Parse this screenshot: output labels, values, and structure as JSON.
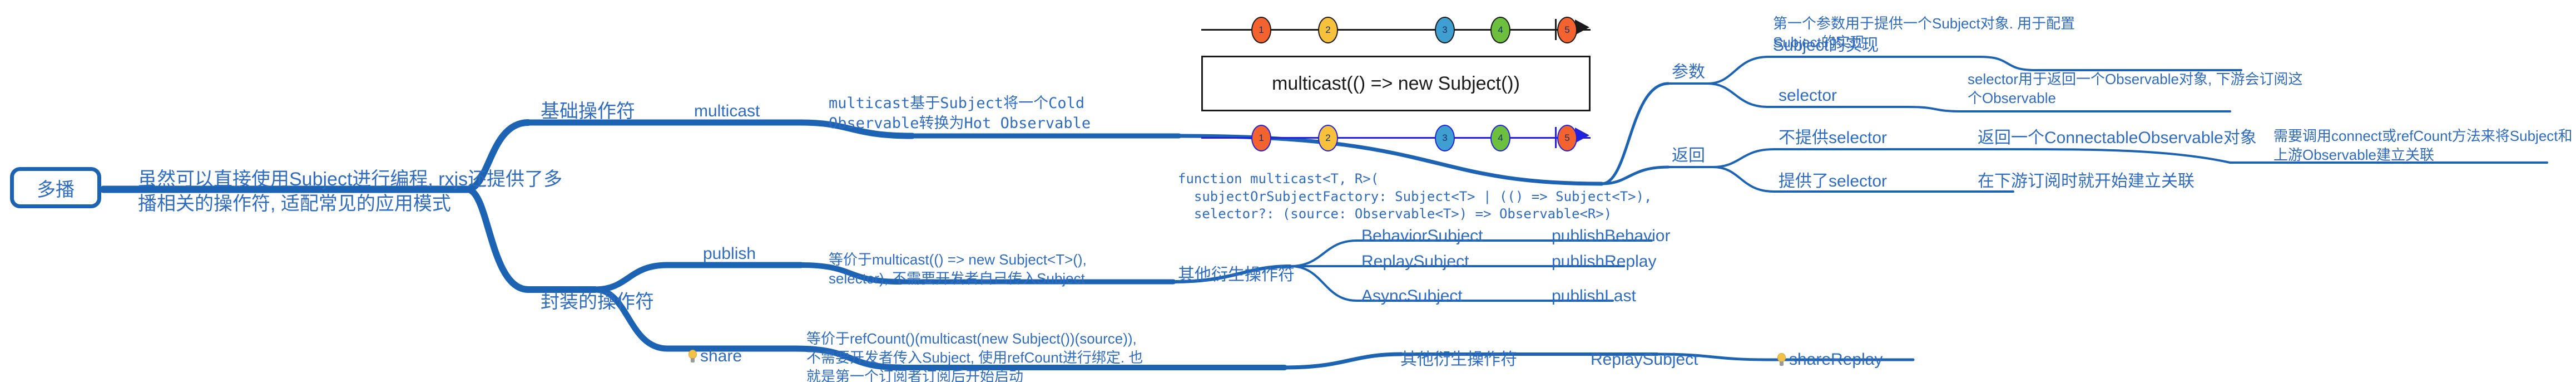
{
  "theme": {
    "branch_color": "#2f6cc0",
    "trunk_color": "#1c63b4",
    "text_color": "#2f6cc0",
    "marble_axis_top": "#1a1a1a",
    "marble_axis_bottom": "#2222dd",
    "background": "#ffffff"
  },
  "root": {
    "label": "多播",
    "note": "虽然可以直接使用Subject进行编程, rxjs还提供了多\n播相关的操作符, 适配常见的应用模式"
  },
  "branches": {
    "basic": {
      "label": "基础操作符",
      "operator": "multicast",
      "description": "multicast基于Subject将一个Cold\nObservable转换为Hot Observable",
      "signature": "function multicast<T, R>(\n  subjectOrSubjectFactory: Subject<T> | (() => Subject<T>),\n  selector?: (source: Observable<T>) => Observable<R>)",
      "params": {
        "label": "参数",
        "items": [
          {
            "label": "Subject的实现",
            "description": "第一个参数用于提供一个Subject对象. 用于配置\nSubject的实现"
          },
          {
            "label": "selector",
            "description": "selector用于返回一个Observable对象, 下游会订阅这\n个Observable"
          }
        ]
      },
      "returns": {
        "label": "返回",
        "items": [
          {
            "label": "不提供selector",
            "description": "返回一个ConnectableObservable对象",
            "note": "需要调用connect或refCount方法来将Subject和\n上游Observable建立关联"
          },
          {
            "label": "提供了selector",
            "description": "在下游订阅时就开始建立关联"
          }
        ]
      }
    },
    "wrapped": {
      "label": "封装的操作符",
      "operators": [
        {
          "name": "publish",
          "icon": null,
          "description": "等价于multicast(() => new Subject<T>(),\nselector), 不需要开发者自己传入Subject",
          "derived_label": "其他衍生操作符",
          "derived": [
            {
              "subject": "BehaviorSubject",
              "operator": "publishBehavior"
            },
            {
              "subject": "ReplaySubject",
              "operator": "publishReplay"
            },
            {
              "subject": "AsyncSubject",
              "operator": "publishLast"
            }
          ]
        },
        {
          "name": "share",
          "icon": "bulb-icon",
          "description": "等价于refCount()(multicast(new Subject())(source)),\n不需要开发者传入Subject, 使用refCount进行绑定. 也\n就是第一个订阅者订阅后开始启动",
          "derived_label": "其他衍生操作符",
          "derived": [
            {
              "subject": "ReplaySubject",
              "operator": "shareReplay",
              "icon": "bulb-icon"
            }
          ]
        }
      ]
    }
  },
  "marble_diagram": {
    "operator_box_label": "multicast(() => new Subject())",
    "input_stream": [
      {
        "value": "1",
        "color": "#f4622e"
      },
      {
        "value": "2",
        "color": "#f7c13c"
      },
      {
        "value": "3",
        "color": "#3e9fd0"
      },
      {
        "value": "4",
        "color": "#6cc03e"
      },
      {
        "value": "5",
        "color": "#f4622e"
      }
    ],
    "output_stream": [
      {
        "value": "1",
        "color": "#f4622e"
      },
      {
        "value": "2",
        "color": "#f7c13c"
      },
      {
        "value": "3",
        "color": "#3e9fd0"
      },
      {
        "value": "4",
        "color": "#6cc03e"
      },
      {
        "value": "5",
        "color": "#f4622e"
      }
    ]
  }
}
